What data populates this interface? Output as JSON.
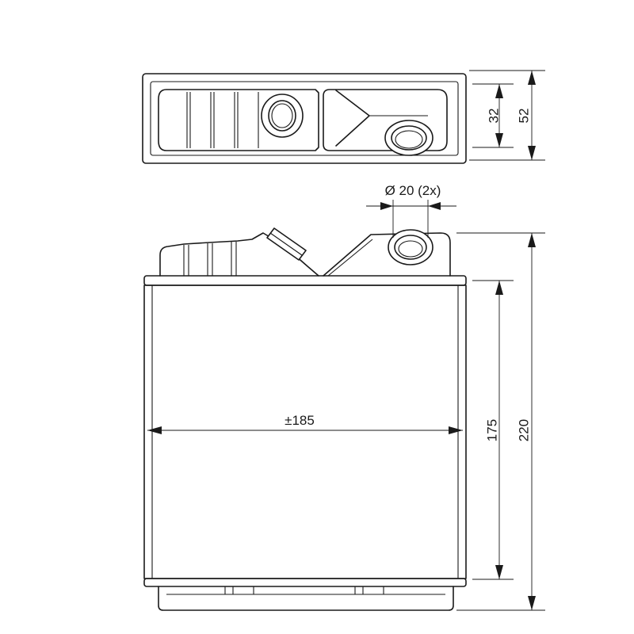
{
  "diagram": {
    "dimensions": {
      "top_view_inner": "32",
      "top_view_outer": "52",
      "port_diameter": "Ø 20 (2x)",
      "width": "±185",
      "core_height": "175",
      "total_height": "220"
    }
  }
}
